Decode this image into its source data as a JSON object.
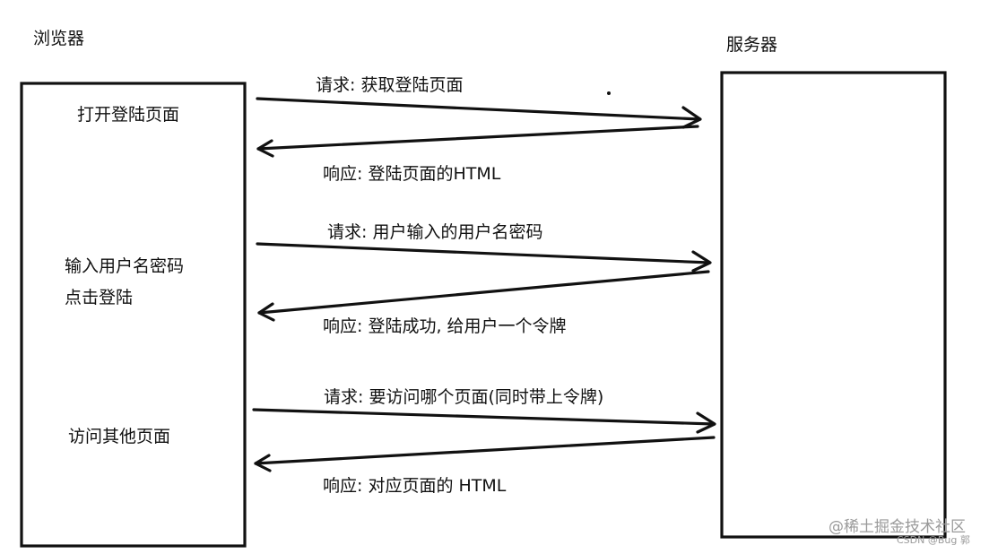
{
  "browser": {
    "title": "浏览器",
    "steps": [
      "打开登陆页面",
      "输入用户名密码",
      "点击登陆",
      "访问其他页面"
    ]
  },
  "server": {
    "title": "服务器"
  },
  "messages": [
    {
      "direction": "request",
      "label": "请求: 获取登陆页面"
    },
    {
      "direction": "response",
      "label": "响应: 登陆页面的HTML"
    },
    {
      "direction": "request",
      "label": "请求: 用户输入的用户名密码"
    },
    {
      "direction": "response",
      "label": "响应: 登陆成功, 给用户一个令牌"
    },
    {
      "direction": "request",
      "label": "请求: 要访问哪个页面(同时带上令牌)"
    },
    {
      "direction": "response",
      "label": "响应: 对应页面的 HTML"
    }
  ],
  "watermarks": {
    "platform": "@稀土掘金技术社区",
    "author": "CSDN @Bug 郭"
  },
  "colors": {
    "ink": "#111111",
    "watermark": "#9a9a9a",
    "background": "#ffffff"
  }
}
